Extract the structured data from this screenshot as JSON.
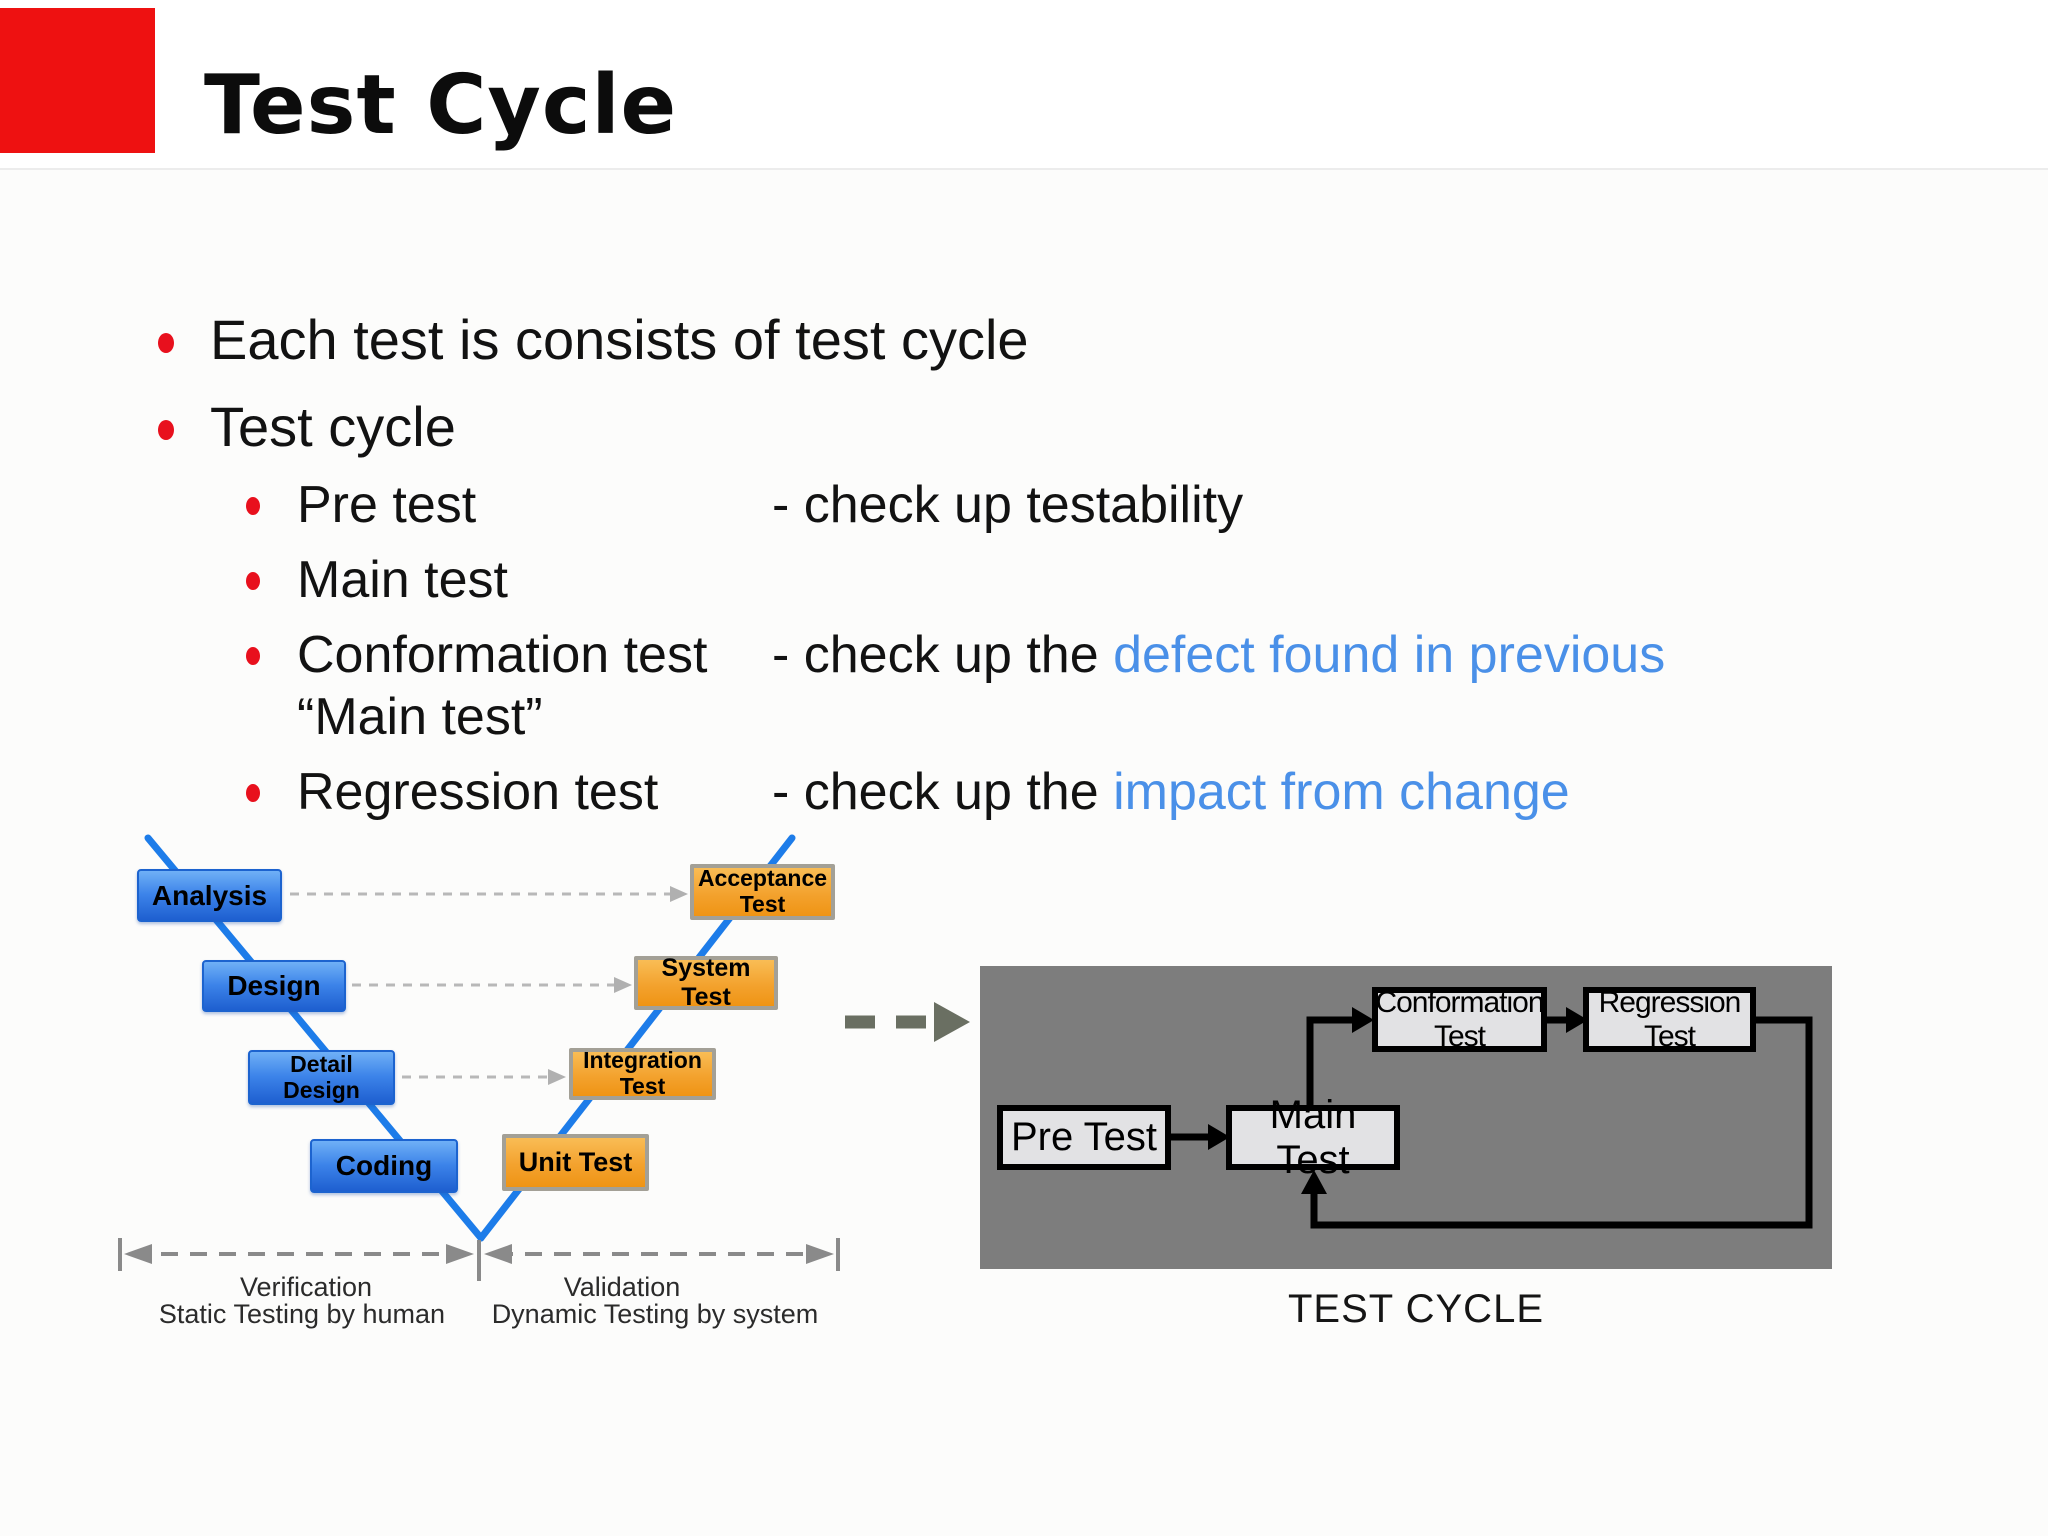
{
  "header": {
    "title": "Test Cycle"
  },
  "bullets": {
    "item1": "Each test is consists of test cycle",
    "item2": "Test cycle"
  },
  "sub_bullets": {
    "pre": {
      "name": "Pre test",
      "desc": "- check up testability"
    },
    "main": {
      "name": "Main test"
    },
    "conf": {
      "name": "Conformation test",
      "desc_prefix": "- check up the ",
      "highlight": "defect found in previous"
    },
    "conf_wrap": "“Main test”",
    "reg": {
      "name": "Regression test",
      "desc_prefix": "- check up the ",
      "highlight": "impact from change"
    }
  },
  "vmodel": {
    "boxes": {
      "analysis": "Analysis",
      "design": "Design",
      "detail_design": "Detail Design",
      "coding": "Coding",
      "acceptance": "Acceptance Test",
      "system": "System Test",
      "integration": "Integration Test",
      "unit": "Unit Test"
    },
    "verification": "Verification",
    "verification_sub": "Static Testing by human",
    "validation": "Validation",
    "validation_sub": "Dynamic Testing by system"
  },
  "cycle": {
    "pre": "Pre Test",
    "main": "Main Test",
    "conformation": "Conformation Test",
    "regression": "Regression Test",
    "caption": "TEST CYCLE"
  },
  "colors": {
    "accent_red": "#ee1111",
    "bullet_red": "#e8101d",
    "highlight_blue": "#4a90e8",
    "v_line_blue": "#1d7ce9",
    "panel_gray": "#7d7d7d",
    "orange_box": "#f3a22e",
    "blue_box": "#3c83e9",
    "dashed_arrow_gray": "#6a6f62"
  }
}
